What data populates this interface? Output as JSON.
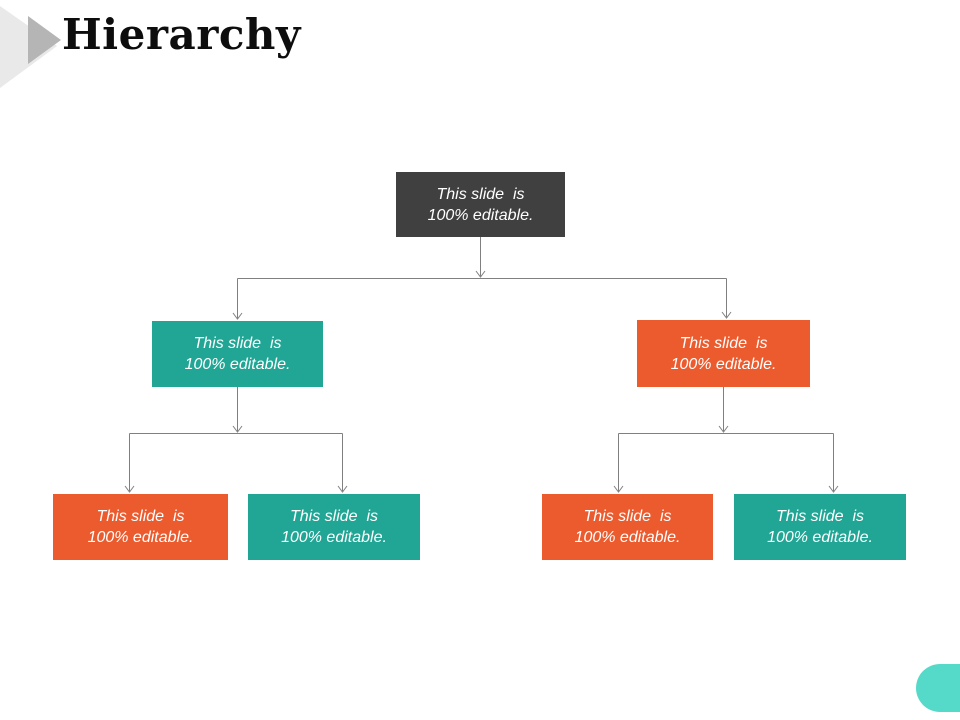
{
  "title": "Hierarchy",
  "nodes": {
    "root": {
      "line1": "This slide  is",
      "line2": "100% editable.",
      "color": "#404040",
      "level": 1
    },
    "level2_left": {
      "line1": "This slide  is",
      "line2": "100% editable.",
      "color": "#21A695",
      "level": 2
    },
    "level2_right": {
      "line1": "This slide  is",
      "line2": "100% editable.",
      "color": "#EB5B2E",
      "level": 2
    },
    "level3_1": {
      "line1": "This slide  is",
      "line2": "100% editable.",
      "color": "#EB5B2E",
      "level": 3
    },
    "level3_2": {
      "line1": "This slide  is",
      "line2": "100% editable.",
      "color": "#21A695",
      "level": 3
    },
    "level3_3": {
      "line1": "This slide  is",
      "line2": "100% editable.",
      "color": "#EB5B2E",
      "level": 3
    },
    "level3_4": {
      "line1": "This slide  is",
      "line2": "100% editable.",
      "color": "#21A695",
      "level": 3
    }
  },
  "hierarchy": {
    "root_children": [
      "level2_left",
      "level2_right"
    ],
    "level2_left_children": [
      "level3_1",
      "level3_2"
    ],
    "level2_right_children": [
      "level3_3",
      "level3_4"
    ]
  },
  "decorations": {
    "title_arrow_light": "#E9E9E9",
    "title_arrow_dark": "#B5B5B5",
    "corner_pill": "#55DAC9",
    "connector_line": "#808080",
    "text_color": "#FFFFFF"
  }
}
